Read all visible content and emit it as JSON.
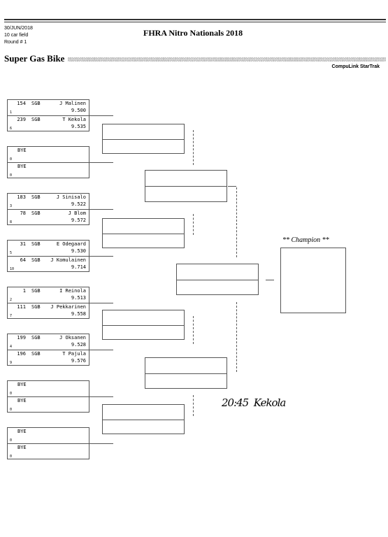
{
  "header": {
    "date": "30/JUN/2018",
    "field": "10 car field",
    "round": "Round # 1",
    "title": "FHRA Nitro Nationals 2018",
    "event": "Super Gas Bike",
    "brand": "CompuLink StarTrak"
  },
  "round1": [
    {
      "top": {
        "num": "154",
        "cls": "SGB",
        "name": "J Malinen",
        "seed": "1",
        "time": "9.500"
      },
      "bot": {
        "num": "239",
        "cls": "SGB",
        "name": "T Kekola",
        "seed": "6",
        "time": "9.535"
      }
    },
    {
      "top": {
        "num": "",
        "cls": "",
        "name": "BYE",
        "seed": "0",
        "time": ""
      },
      "bot": {
        "num": "",
        "cls": "",
        "name": "BYE",
        "seed": "0",
        "time": ""
      }
    },
    {
      "top": {
        "num": "183",
        "cls": "SGB",
        "name": "J Sinisalo",
        "seed": "3",
        "time": "9.522"
      },
      "bot": {
        "num": "78",
        "cls": "SGB",
        "name": "J Blom",
        "seed": "8",
        "time": "9.572"
      }
    },
    {
      "top": {
        "num": "31",
        "cls": "SGB",
        "name": "E Odegaard",
        "seed": "5",
        "time": "9.530"
      },
      "bot": {
        "num": "64",
        "cls": "SGB",
        "name": "J Komulainen",
        "seed": "10",
        "time": "9.714"
      }
    },
    {
      "top": {
        "num": "1",
        "cls": "SGB",
        "name": "I Reinola",
        "seed": "2",
        "time": "9.513"
      },
      "bot": {
        "num": "111",
        "cls": "SGB",
        "name": "J Pekkarinen",
        "seed": "7",
        "time": "9.558"
      }
    },
    {
      "top": {
        "num": "199",
        "cls": "SGB",
        "name": "J Oksanen",
        "seed": "4",
        "time": "9.528"
      },
      "bot": {
        "num": "196",
        "cls": "SGB",
        "name": "T Pajula",
        "seed": "9",
        "time": "9.576"
      }
    },
    {
      "top": {
        "num": "",
        "cls": "",
        "name": "BYE",
        "seed": "0",
        "time": ""
      },
      "bot": {
        "num": "",
        "cls": "",
        "name": "BYE",
        "seed": "0",
        "time": ""
      }
    },
    {
      "top": {
        "num": "",
        "cls": "",
        "name": "BYE",
        "seed": "0",
        "time": ""
      },
      "bot": {
        "num": "",
        "cls": "",
        "name": "BYE",
        "seed": "0",
        "time": ""
      }
    }
  ],
  "champion": {
    "label": "** Champion **"
  },
  "handwriting": {
    "time": "20:45",
    "signature": "Kekola"
  }
}
